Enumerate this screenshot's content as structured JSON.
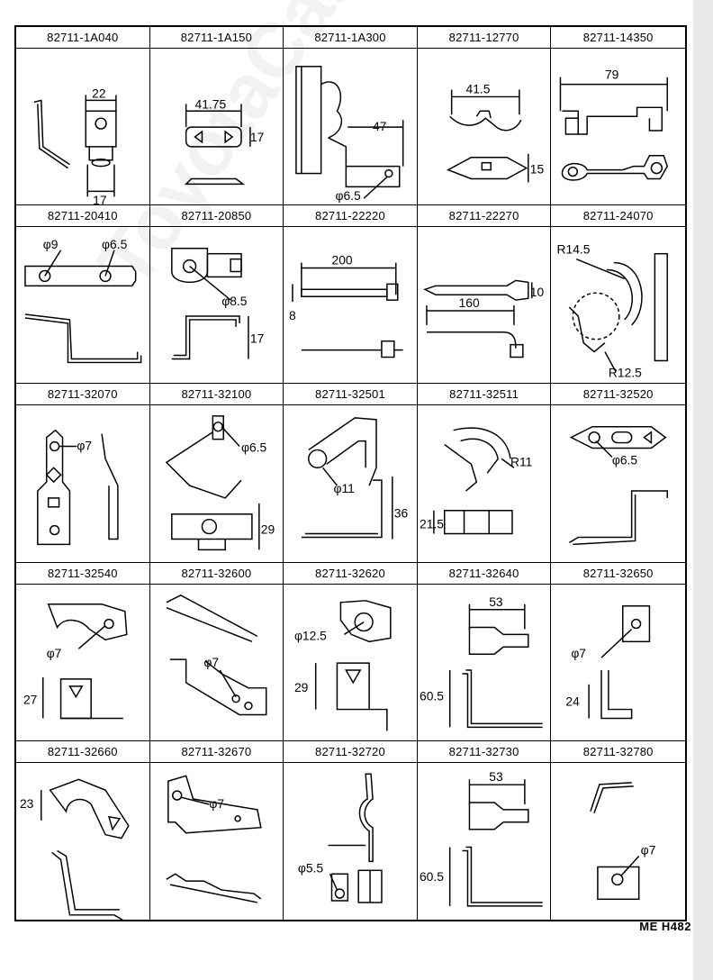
{
  "parts": [
    {
      "id": "82711-1A040",
      "dims": [
        "22",
        "17"
      ]
    },
    {
      "id": "82711-1A150",
      "dims": [
        "41.75",
        "17"
      ]
    },
    {
      "id": "82711-1A300",
      "dims": [
        "47",
        "φ6.5"
      ]
    },
    {
      "id": "82711-12770",
      "dims": [
        "41.5",
        "15"
      ]
    },
    {
      "id": "82711-14350",
      "dims": [
        "79"
      ]
    },
    {
      "id": "82711-20410",
      "dims": [
        "φ9",
        "φ6.5"
      ]
    },
    {
      "id": "82711-20850",
      "dims": [
        "φ8.5",
        "17"
      ]
    },
    {
      "id": "82711-22220",
      "dims": [
        "200",
        "8"
      ]
    },
    {
      "id": "82711-22270",
      "dims": [
        "160",
        "10"
      ]
    },
    {
      "id": "82711-24070",
      "dims": [
        "R14.5",
        "R12.5"
      ]
    },
    {
      "id": "82711-32070",
      "dims": [
        "φ7"
      ]
    },
    {
      "id": "82711-32100",
      "dims": [
        "φ6.5",
        "29"
      ]
    },
    {
      "id": "82711-32501",
      "dims": [
        "φ11",
        "36"
      ]
    },
    {
      "id": "82711-32511",
      "dims": [
        "R11",
        "21.5"
      ]
    },
    {
      "id": "82711-32520",
      "dims": [
        "φ6.5"
      ]
    },
    {
      "id": "82711-32540",
      "dims": [
        "φ7",
        "27"
      ]
    },
    {
      "id": "82711-32600",
      "dims": [
        "φ7"
      ]
    },
    {
      "id": "82711-32620",
      "dims": [
        "φ12.5",
        "29"
      ]
    },
    {
      "id": "82711-32640",
      "dims": [
        "53",
        "60.5"
      ]
    },
    {
      "id": "82711-32650",
      "dims": [
        "φ7",
        "24"
      ]
    },
    {
      "id": "82711-32660",
      "dims": [
        "23"
      ]
    },
    {
      "id": "82711-32670",
      "dims": [
        "φ7"
      ]
    },
    {
      "id": "82711-32720",
      "dims": [
        "φ5.5"
      ]
    },
    {
      "id": "82711-32730",
      "dims": [
        "53",
        "60.5"
      ]
    },
    {
      "id": "82711-32780",
      "dims": [
        "φ7"
      ]
    }
  ],
  "footer_code": "ME H482",
  "watermark": "ToyotaCarMine.ru"
}
